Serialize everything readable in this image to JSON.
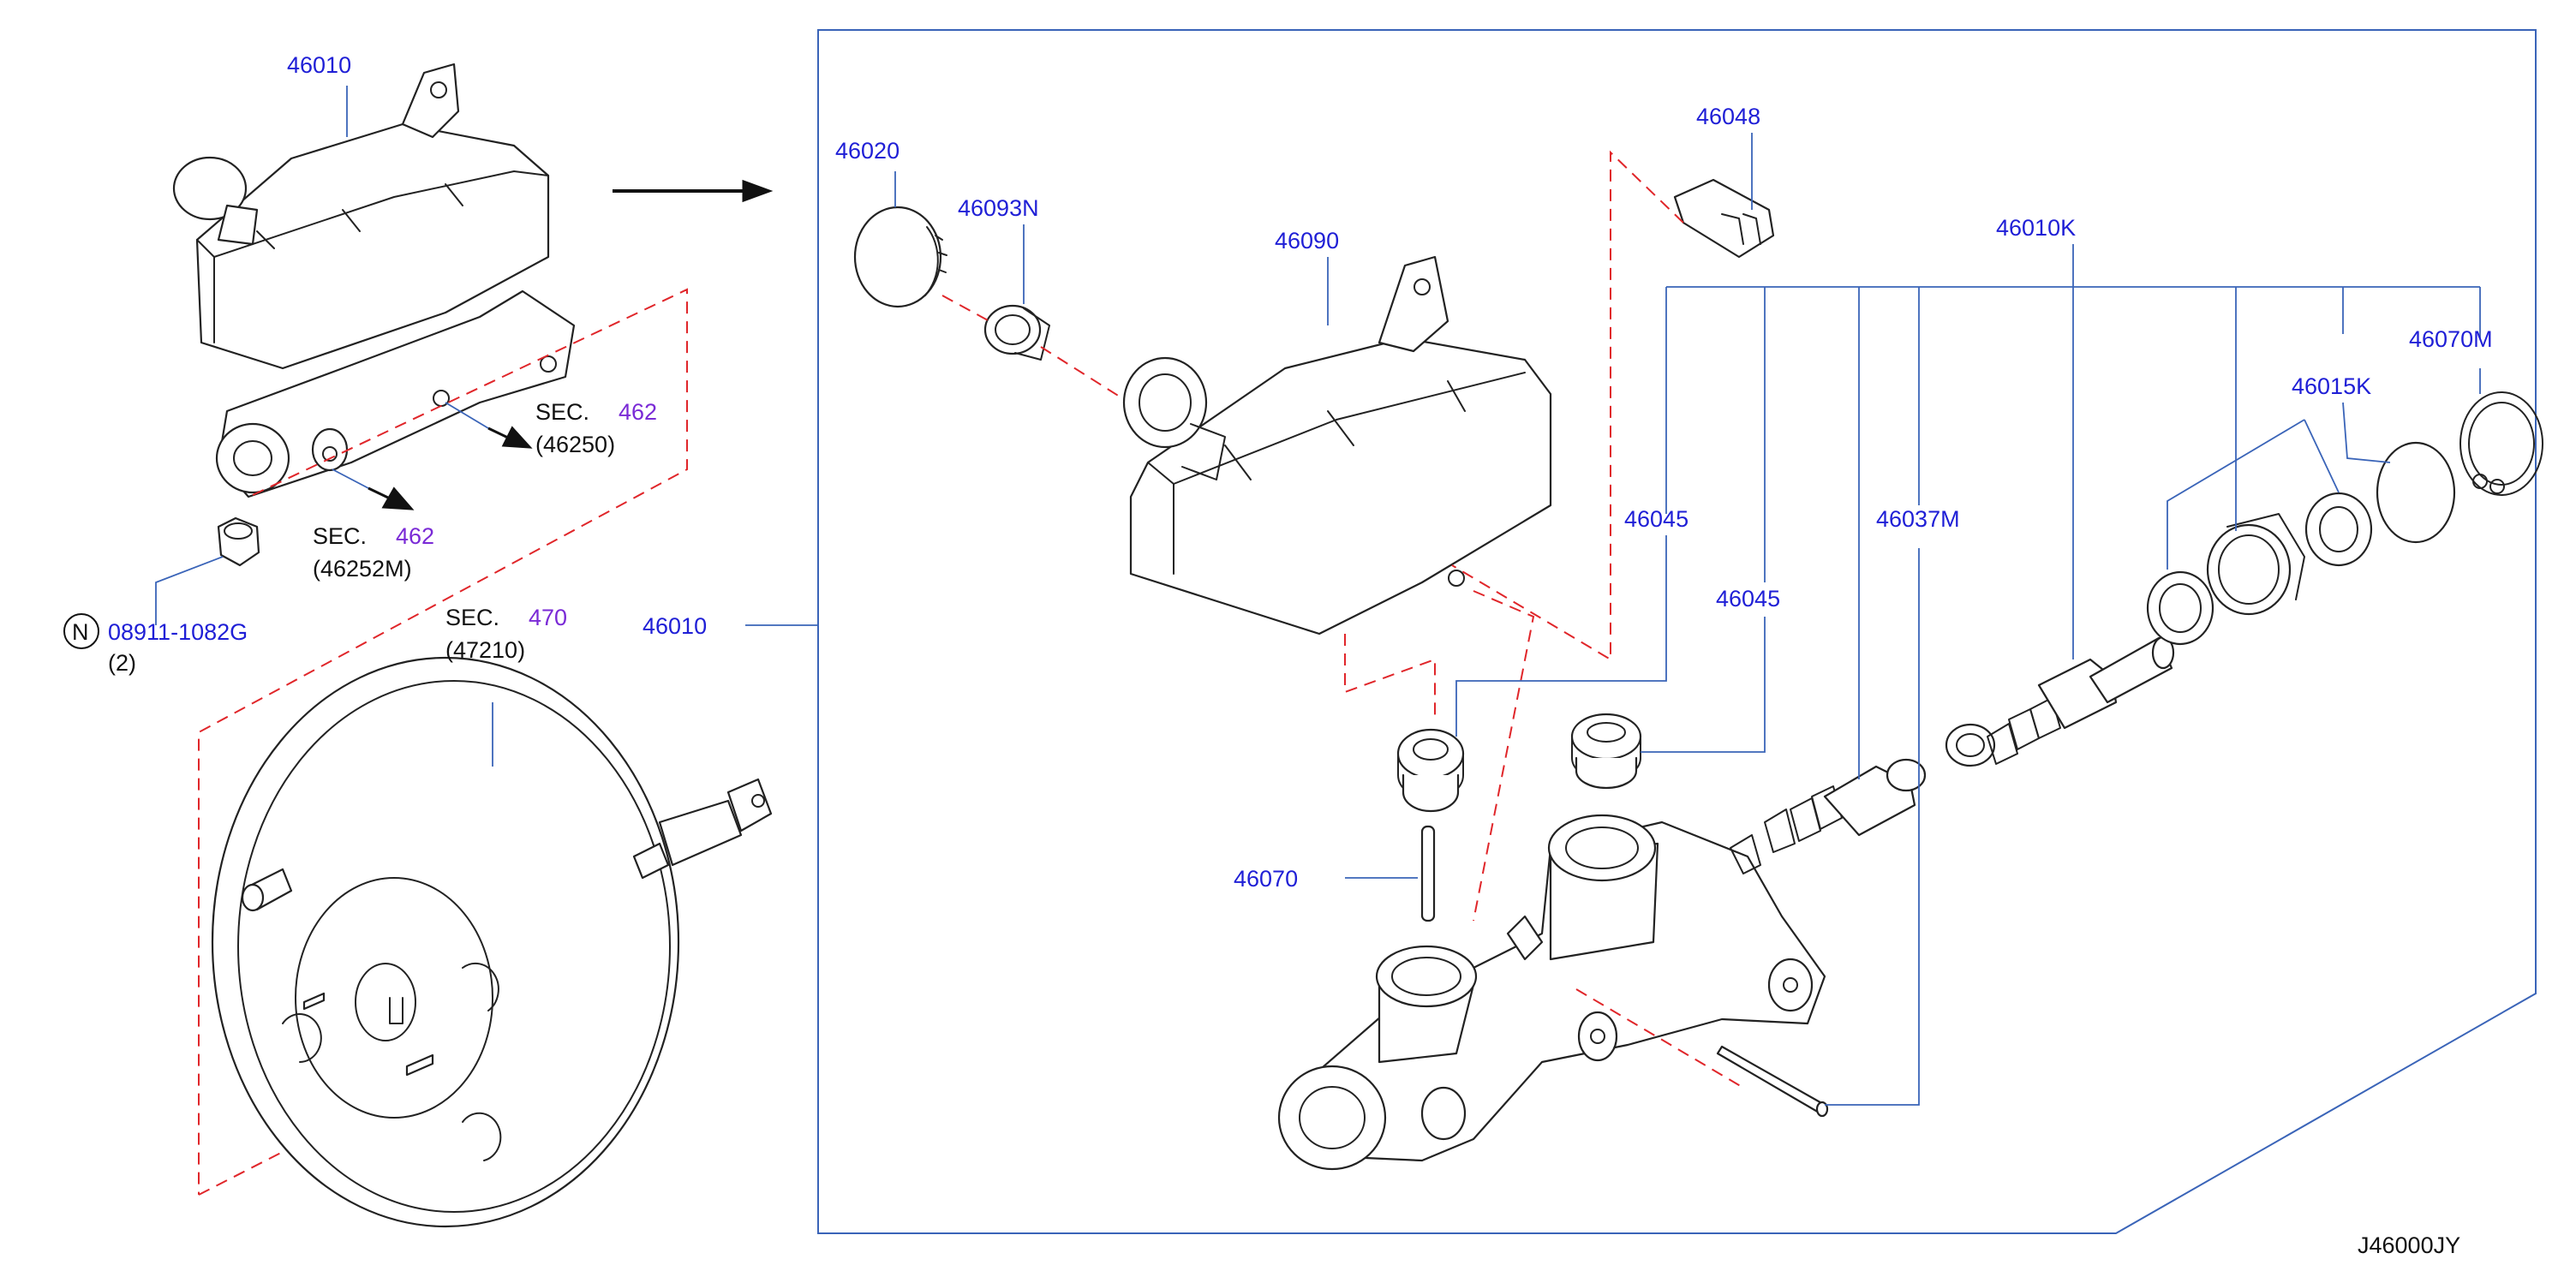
{
  "diagram_id": "J46000JY",
  "labels": {
    "p46010_top": "46010",
    "sec462_a": "SEC.",
    "sec462_a_num": "462",
    "sec462_a_ref": "(46250)",
    "sec462_b": "SEC.",
    "sec462_b_num": "462",
    "sec462_b_ref": "(46252M)",
    "nut_prefix": "N",
    "nut_part": "08911-1082G",
    "nut_qty": "(2)",
    "sec470": "SEC.",
    "sec470_num": "470",
    "sec470_ref": "(47210)",
    "p46010_frame": "46010",
    "p46020": "46020",
    "p46093N": "46093N",
    "p46090": "46090",
    "p46048": "46048",
    "p46010K": "46010K",
    "p46070M": "46070M",
    "p46015K": "46015K",
    "p46045_a": "46045",
    "p46045_b": "46045",
    "p46037M": "46037M",
    "p46070": "46070"
  },
  "colors": {
    "label_blue": "#1f1fd6",
    "section_purple": "#7a2ad6",
    "leader_blue": "#3a64b8",
    "dashed_red": "#e0262a"
  }
}
